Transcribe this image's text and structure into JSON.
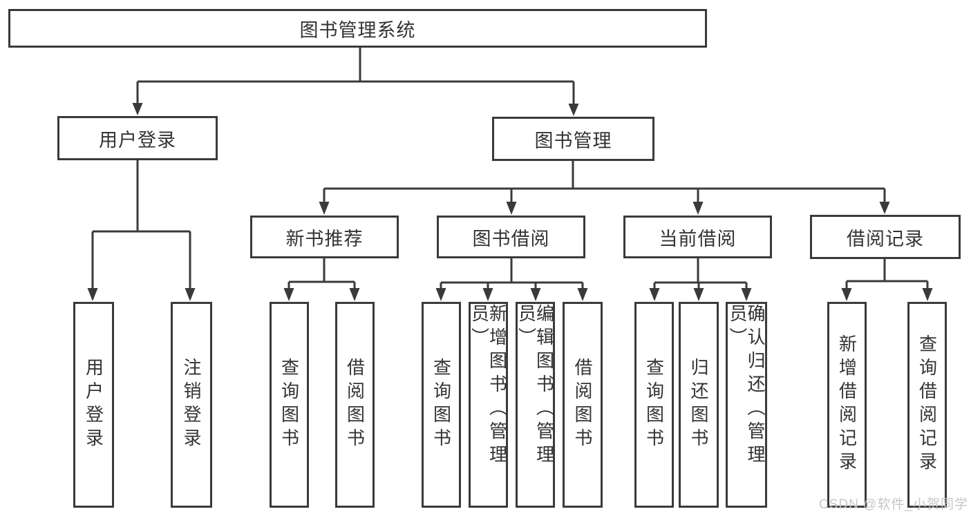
{
  "diagram": {
    "root": {
      "label": "图书管理系统"
    },
    "level2": [
      {
        "label": "用户登录"
      },
      {
        "label": "图书管理"
      }
    ],
    "level3": [
      {
        "label": "新书推荐",
        "parent": "图书管理"
      },
      {
        "label": "图书借阅",
        "parent": "图书管理"
      },
      {
        "label": "当前借阅",
        "parent": "图书管理"
      },
      {
        "label": "借阅记录",
        "parent": "图书管理"
      }
    ],
    "leaves": [
      {
        "label": "用户登录",
        "parent": "用户登录"
      },
      {
        "label": "注销登录",
        "parent": "用户登录"
      },
      {
        "label": "查询图书",
        "parent": "新书推荐"
      },
      {
        "label": "借阅图书",
        "parent": "新书推荐"
      },
      {
        "label": "查询图书",
        "parent": "图书借阅"
      },
      {
        "label": "新增图书（管理员）",
        "parent": "图书借阅"
      },
      {
        "label": "编辑图书（管理员）",
        "parent": "图书借阅"
      },
      {
        "label": "借阅图书",
        "parent": "图书借阅"
      },
      {
        "label": "查询图书",
        "parent": "当前借阅"
      },
      {
        "label": "归还图书",
        "parent": "当前借阅"
      },
      {
        "label": "确认归还（管理员）",
        "parent": "当前借阅"
      },
      {
        "label": "新增借阅记录",
        "parent": "借阅记录"
      },
      {
        "label": "查询借阅记录",
        "parent": "借阅记录"
      }
    ]
  },
  "watermark": {
    "text": "CSDN @软件_小贺同学"
  },
  "colors": {
    "line": "#3a3a3a",
    "box_border": "#3a3a3a",
    "text": "#333333",
    "background": "#ffffff",
    "watermark_text": "#c6c6c6"
  }
}
